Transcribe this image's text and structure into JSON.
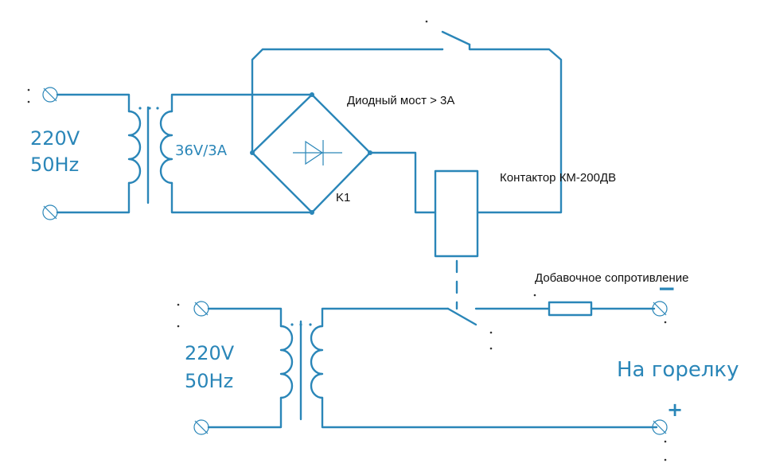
{
  "labels": {
    "primary_voltage_top": "220V",
    "primary_freq_top": "50Hz",
    "secondary_top": "36V/3A",
    "bridge_label": "Диодный мост > 3А",
    "contactor_label": "Контактор КМ-200ДВ",
    "relay_label": "K1",
    "resistor_label": "Добавочное сопротивление",
    "primary_voltage_bottom": "220V",
    "primary_freq_bottom": "50Hz",
    "minus_sign": "−",
    "plus_sign": "+",
    "output_label": "На горелку"
  },
  "colors": {
    "wire": "#2a86b8",
    "text_black": "#111111"
  }
}
